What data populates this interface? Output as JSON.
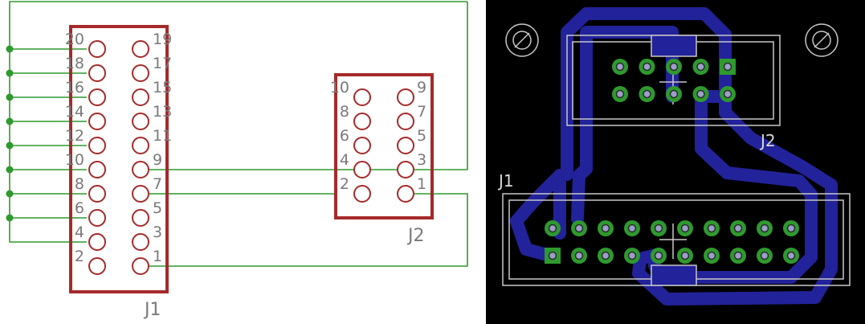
{
  "schematic": {
    "colors": {
      "background": "#ffffff",
      "part_outline": "#a52a2a",
      "wire": "#2e9a2e",
      "junction": "#2e9a2e",
      "label": "#7a7a7a"
    },
    "j1": {
      "name": "J1",
      "left_pins": [
        "20",
        "18",
        "16",
        "14",
        "12",
        "10",
        "8",
        "6",
        "4",
        "2"
      ],
      "right_pins": [
        "19",
        "17",
        "15",
        "13",
        "11",
        "9",
        "7",
        "5",
        "3",
        "1"
      ]
    },
    "j2": {
      "name": "J2",
      "left_pins": [
        "10",
        "8",
        "6",
        "4",
        "2"
      ],
      "right_pins": [
        "9",
        "7",
        "5",
        "3",
        "1"
      ]
    }
  },
  "board": {
    "colors": {
      "background": "#000000",
      "trace": "#22229a",
      "pad": "#2e9a2e",
      "pad_hole": "#9aa0c8",
      "silkscreen": "#c8c8c8"
    },
    "j1_label": "J1",
    "j2_label": "J2"
  }
}
